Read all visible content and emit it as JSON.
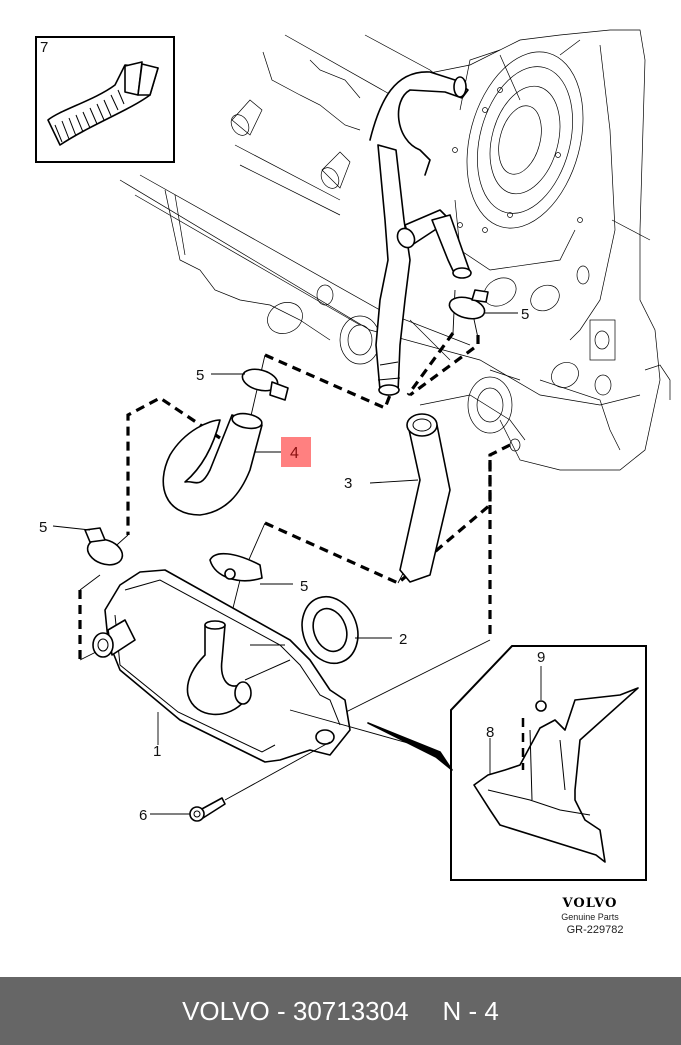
{
  "diagram": {
    "title": "Oil cooler and coolant hoses",
    "callouts": {
      "c1": "1",
      "c2": "2",
      "c3": "3",
      "c4": "4",
      "c5a": "5",
      "c5b": "5",
      "c5c": "5",
      "c5d": "5",
      "c6": "6",
      "c7": "7",
      "c8": "8",
      "c9": "9"
    },
    "highlighted_callout": "4",
    "highlight_color": "#ff8080"
  },
  "branding": {
    "logo": "VOLVO",
    "subtitle": "Genuine Parts",
    "drawing_code": "GR-229782"
  },
  "footer": {
    "part_number_text": "VOLVO - 30713304",
    "position_text": "N - 4",
    "background_color": "#666666"
  }
}
